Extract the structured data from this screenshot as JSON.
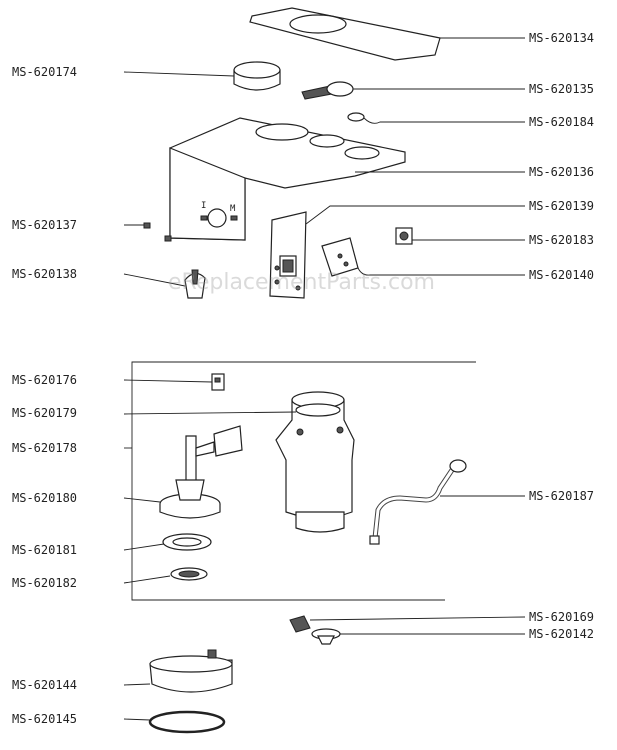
{
  "watermark": "eReplacementParts.com",
  "labels": {
    "p620134": "MS-620134",
    "p620174": "MS-620174",
    "p620135": "MS-620135",
    "p620184": "MS-620184",
    "p620136": "MS-620136",
    "p620139": "MS-620139",
    "p620137": "MS-620137",
    "p620183": "MS-620183",
    "p620138": "MS-620138",
    "p620140": "MS-620140",
    "p620176": "MS-620176",
    "p620179": "MS-620179",
    "p620178": "MS-620178",
    "p620180": "MS-620180",
    "p620187": "MS-620187",
    "p620181": "MS-620181",
    "p620182": "MS-620182",
    "p620169": "MS-620169",
    "p620142": "MS-620142",
    "p620144": "MS-620144",
    "p620145": "MS-620145"
  },
  "switch_marks": {
    "left": "I",
    "right": "M"
  }
}
